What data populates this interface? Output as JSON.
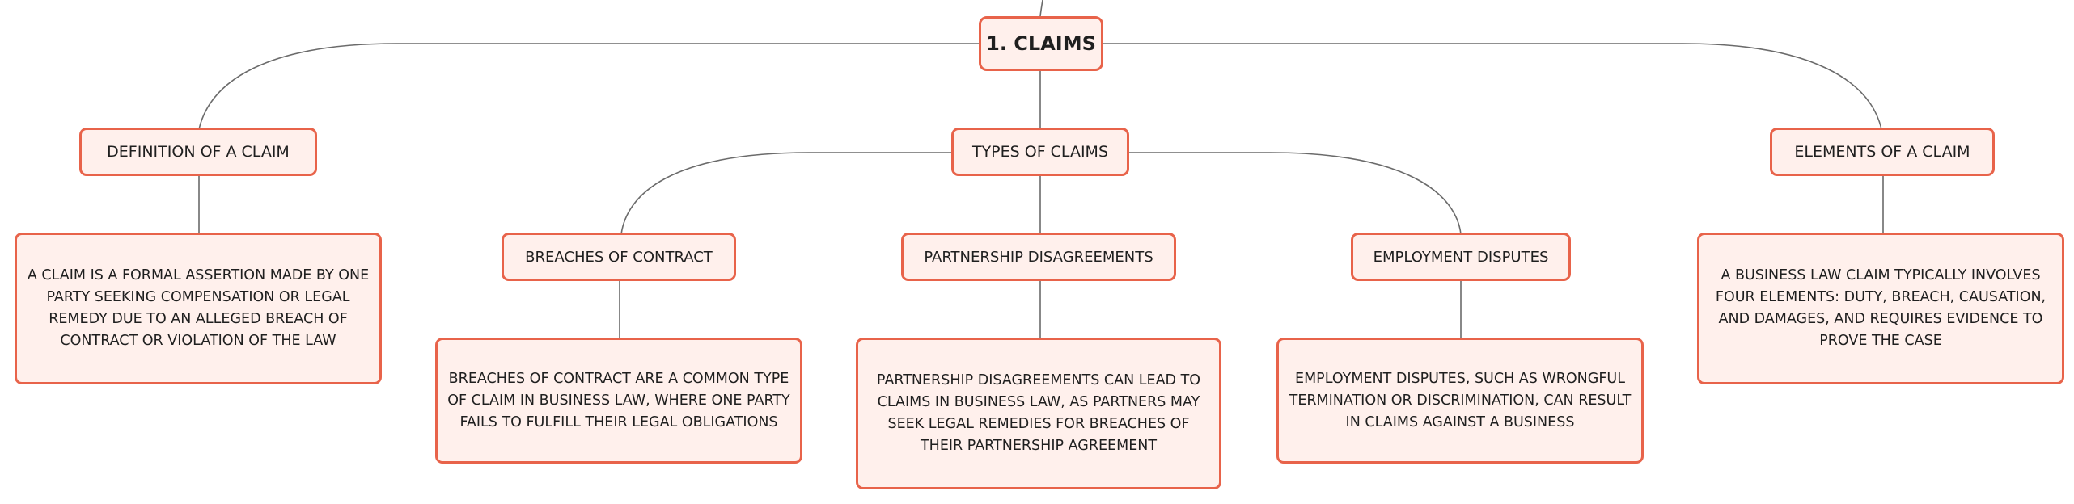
{
  "mindmap": {
    "root": "1. CLAIMS",
    "topics": {
      "definition": {
        "label": "DEFINITION OF A CLAIM",
        "detail": "A CLAIM IS A FORMAL ASSERTION MADE BY ONE PARTY SEEKING COMPENSATION OR LEGAL REMEDY DUE TO AN ALLEGED BREACH OF CONTRACT OR VIOLATION OF THE LAW"
      },
      "types": {
        "label": "TYPES OF CLAIMS",
        "children": {
          "breaches": {
            "label": "BREACHES OF CONTRACT",
            "detail": "BREACHES OF CONTRACT ARE A COMMON TYPE OF CLAIM IN BUSINESS LAW, WHERE ONE PARTY FAILS TO FULFILL THEIR LEGAL OBLIGATIONS"
          },
          "partnership": {
            "label": "PARTNERSHIP DISAGREEMENTS",
            "detail": "PARTNERSHIP DISAGREEMENTS CAN LEAD TO CLAIMS IN BUSINESS LAW, AS PARTNERS MAY SEEK LEGAL REMEDIES FOR BREACHES OF THEIR PARTNERSHIP AGREEMENT"
          },
          "employment": {
            "label": "EMPLOYMENT DISPUTES",
            "detail": "EMPLOYMENT DISPUTES, SUCH AS WRONGFUL TERMINATION OR DISCRIMINATION, CAN RESULT IN CLAIMS AGAINST A BUSINESS"
          }
        }
      },
      "elements": {
        "label": "ELEMENTS OF A CLAIM",
        "detail": "A BUSINESS LAW CLAIM TYPICALLY INVOLVES FOUR ELEMENTS: DUTY, BREACH, CAUSATION, AND DAMAGES, AND REQUIRES EVIDENCE TO PROVE THE CASE"
      }
    },
    "colors": {
      "node_border": "#e8634a",
      "node_fill": "#fff0ec",
      "connector": "#6b6b6b"
    }
  }
}
